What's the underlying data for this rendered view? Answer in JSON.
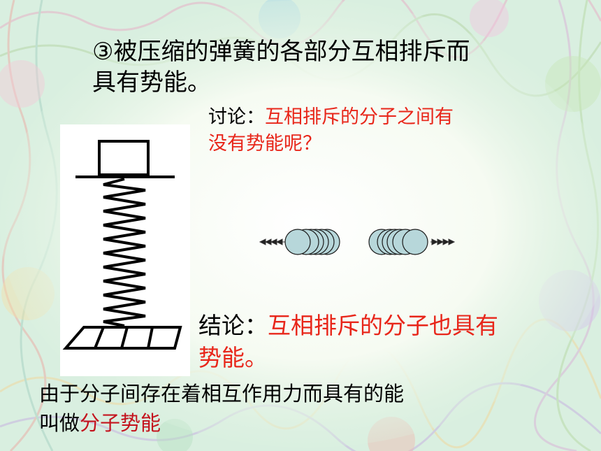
{
  "slide": {
    "statement": {
      "line1": "③被压缩的弹簧的各部分互相排斥而",
      "line2": "具有势能。"
    },
    "discussion": {
      "label": "讨论：",
      "line1_text": "互相排斥的分子之间有",
      "line2_text": "没有势能呢？"
    },
    "conclusion": {
      "label": "结论：",
      "line1_text": "互相排斥的分子也具有",
      "line2_text": "势能。"
    },
    "definition": {
      "line1": "由于分子间存在着相互作用力而具有的能",
      "line2_prefix": "叫做",
      "line2_term": "分子势能"
    },
    "colors": {
      "highlight": "#e8261a",
      "term": "#c4141e",
      "molecule_fill": "#b7d7da",
      "background_base": "#d8f0df"
    }
  }
}
